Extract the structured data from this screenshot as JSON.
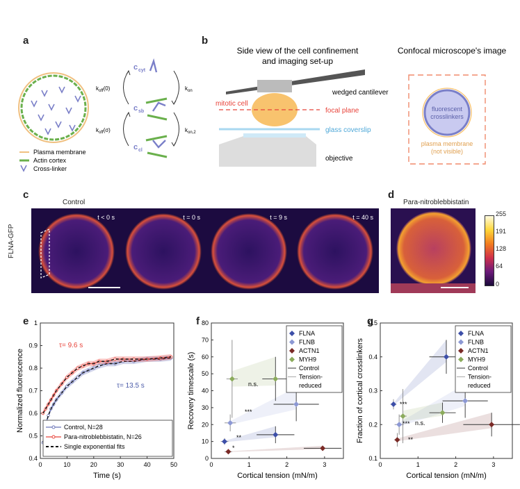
{
  "panels": {
    "a": "a",
    "b": "b",
    "c": "c",
    "d": "d",
    "e": "e",
    "f": "f",
    "g": "g"
  },
  "panel_a": {
    "legend": [
      "Plasma membrane",
      "Actin cortex",
      "Cross-linker"
    ],
    "states": {
      "cyt": "c",
      "cyt_sub": "cyt",
      "sb": "c",
      "sb_sub": "sb",
      "cl": "c",
      "cl_sub": "cl"
    },
    "rates": {
      "koff0": "k",
      "koff0_sub": "off",
      "koff0_arg": "(0)",
      "kon": "k",
      "kon_sub": "on",
      "koffs": "k",
      "koffs_sub": "off",
      "koffs_arg": "(σ)",
      "kon2": "k",
      "kon2_sub": "on,2"
    }
  },
  "panel_b": {
    "title1": "Side view of the cell confinement",
    "title2": "and imaging set-up",
    "title_right": "Confocal microscope's image",
    "labels": {
      "cantilever": "wedged cantilever",
      "mitotic": "mitotic cell",
      "focal": "focal plane",
      "glass": "glass coverslip",
      "objective": "objective",
      "fluor1": "fluorescent",
      "fluor2": "crosslinkers",
      "pm1": "plasma membrane",
      "pm2": "(not visible)"
    }
  },
  "panel_c": {
    "title": "Control",
    "ylabel": "FLNA-GFP",
    "times": [
      "t < 0 s",
      "t = 0 s",
      "t = 9 s",
      "t = 40 s"
    ]
  },
  "panel_d": {
    "title": "Para-nitroblebbistatin",
    "colorbar": [
      "255",
      "191",
      "128",
      "64",
      "0"
    ]
  },
  "chart_data": [
    {
      "type": "line",
      "id": "e",
      "xlabel": "Time (s)",
      "ylabel": "Normalized fluorescence",
      "xlim": [
        0,
        50
      ],
      "ylim": [
        0.4,
        1.0
      ],
      "xticks": [
        "0",
        "10",
        "20",
        "30",
        "40",
        "50"
      ],
      "yticks": [
        "0.4",
        "0.5",
        "0.6",
        "0.7",
        "0.8",
        "0.9",
        "1"
      ],
      "annotations": [
        {
          "text": "τ= 9.6 s",
          "color": "#e8433a"
        },
        {
          "text": "τ= 13.5 s",
          "color": "#4a5aa8"
        }
      ],
      "legend": [
        "Control, N=28",
        "Para-nitroblebbistatin, N=26",
        "Single exponential fits"
      ],
      "series": [
        {
          "name": "Control, N=28",
          "color": "#6a74b8",
          "x": [
            1,
            2,
            3,
            4,
            5,
            6,
            8,
            10,
            12,
            14,
            16,
            18,
            20,
            22,
            25,
            28,
            31,
            35,
            40,
            45,
            49
          ],
          "y": [
            0.47,
            0.55,
            0.59,
            0.62,
            0.64,
            0.66,
            0.69,
            0.72,
            0.74,
            0.76,
            0.78,
            0.79,
            0.8,
            0.81,
            0.82,
            0.82,
            0.83,
            0.83,
            0.84,
            0.84,
            0.845
          ]
        },
        {
          "name": "Para-nitroblebbistatin, N=26",
          "color": "#e8433a",
          "x": [
            1,
            2,
            3,
            4,
            5,
            6,
            8,
            10,
            12,
            14,
            16,
            18,
            20,
            22,
            25,
            28,
            31,
            35,
            40,
            45,
            49
          ],
          "y": [
            0.6,
            0.62,
            0.64,
            0.66,
            0.68,
            0.7,
            0.73,
            0.76,
            0.78,
            0.8,
            0.81,
            0.82,
            0.82,
            0.83,
            0.83,
            0.84,
            0.84,
            0.84,
            0.84,
            0.845,
            0.85
          ]
        }
      ]
    },
    {
      "type": "scatter",
      "id": "f",
      "xlabel": "Cortical tension (mN/m)",
      "ylabel": "Recovery timescale (s)",
      "xlim": [
        0,
        3.5
      ],
      "ylim": [
        0,
        80
      ],
      "xticks": [
        "0",
        "1",
        "2",
        "3"
      ],
      "yticks": [
        "0",
        "10",
        "20",
        "30",
        "40",
        "50",
        "60",
        "70",
        "80"
      ],
      "legend": [
        "FLNA",
        "FLNB",
        "ACTN1",
        "MYH9",
        "Control",
        "Tension-",
        "reduced"
      ],
      "significance": [
        "***",
        "**",
        "*",
        "n.s."
      ],
      "points": [
        {
          "name": "FLNA",
          "color": "#3d4fa8",
          "x": 0.35,
          "y": 10,
          "xerr": 0.1,
          "yerr": 2,
          "control": false
        },
        {
          "name": "FLNA",
          "color": "#3d4fa8",
          "x": 1.7,
          "y": 14,
          "xerr": 0.5,
          "yerr": 5,
          "control": true
        },
        {
          "name": "FLNB",
          "color": "#8c98d4",
          "x": 0.5,
          "y": 21,
          "xerr": 0.15,
          "yerr": 5,
          "control": false
        },
        {
          "name": "FLNB",
          "color": "#8c98d4",
          "x": 2.25,
          "y": 32,
          "xerr": 0.6,
          "yerr": 10,
          "control": true
        },
        {
          "name": "ACTN1",
          "color": "#7a2a26",
          "x": 0.45,
          "y": 4,
          "xerr": 0.1,
          "yerr": 1,
          "control": false
        },
        {
          "name": "ACTN1",
          "color": "#7a2a26",
          "x": 2.95,
          "y": 6,
          "xerr": 0.5,
          "yerr": 1.5,
          "control": true
        },
        {
          "name": "MYH9",
          "color": "#8bab5c",
          "x": 0.55,
          "y": 47,
          "xerr": 0.15,
          "yerr": 23,
          "control": false
        },
        {
          "name": "MYH9",
          "color": "#8bab5c",
          "x": 1.7,
          "y": 47,
          "xerr": 0.35,
          "yerr": 13,
          "control": true
        }
      ]
    },
    {
      "type": "scatter",
      "id": "g",
      "xlabel": "Cortical tension (mN/m)",
      "ylabel": "Fraction of cortical crosslinkers",
      "xlim": [
        0,
        3.5
      ],
      "ylim": [
        0.1,
        0.5
      ],
      "xticks": [
        "0",
        "1",
        "2",
        "3"
      ],
      "yticks": [
        "0.1",
        "0.2",
        "0.3",
        "0.4",
        "0.5"
      ],
      "legend": [
        "FLNA",
        "FLNB",
        "ACTN1",
        "MYH9",
        "Control",
        "Tension-",
        "reduced"
      ],
      "significance": [
        "***",
        "***",
        "n.s.",
        "**"
      ],
      "points": [
        {
          "name": "FLNA",
          "color": "#3d4fa8",
          "x": 0.35,
          "y": 0.26,
          "xerr": 0.08,
          "yerr": 0.015,
          "control": false
        },
        {
          "name": "FLNA",
          "color": "#3d4fa8",
          "x": 1.75,
          "y": 0.4,
          "xerr": 0.45,
          "yerr": 0.05,
          "control": true
        },
        {
          "name": "FLNB",
          "color": "#8c98d4",
          "x": 0.5,
          "y": 0.2,
          "xerr": 0.12,
          "yerr": 0.03,
          "control": false
        },
        {
          "name": "FLNB",
          "color": "#8c98d4",
          "x": 2.25,
          "y": 0.27,
          "xerr": 0.6,
          "yerr": 0.05,
          "control": true
        },
        {
          "name": "ACTN1",
          "color": "#7a2a26",
          "x": 0.45,
          "y": 0.155,
          "xerr": 0.08,
          "yerr": 0.02,
          "control": false
        },
        {
          "name": "ACTN1",
          "color": "#7a2a26",
          "x": 2.95,
          "y": 0.2,
          "xerr": 0.75,
          "yerr": 0.035,
          "control": true
        },
        {
          "name": "MYH9",
          "color": "#8bab5c",
          "x": 0.6,
          "y": 0.225,
          "xerr": 0.1,
          "yerr": 0.08,
          "control": false
        },
        {
          "name": "MYH9",
          "color": "#8bab5c",
          "x": 1.65,
          "y": 0.235,
          "xerr": 0.35,
          "yerr": 0.03,
          "control": true
        }
      ]
    }
  ]
}
